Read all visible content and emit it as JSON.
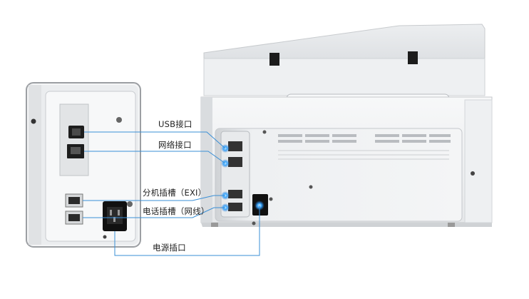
{
  "callouts": {
    "usb": "USB接口",
    "network": "网络接口",
    "extension": "分机插槽（EXI）",
    "phone": "电话插槽（网线）",
    "power": "电源插口"
  },
  "colors": {
    "callout_line": "#3a8fd6",
    "port_glow": "#2f9cff",
    "body": "#f2f3f4",
    "panel": "#dfe1e3"
  }
}
